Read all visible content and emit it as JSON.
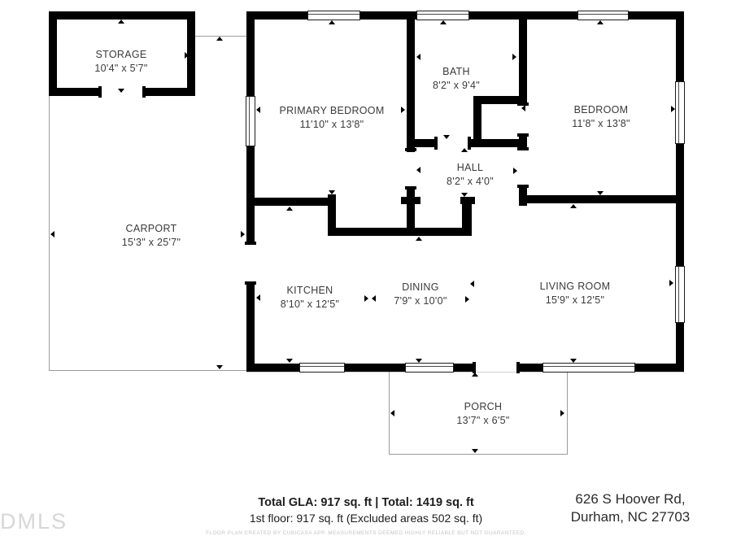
{
  "rooms": [
    {
      "id": "storage",
      "name": "STORAGE",
      "dims": "10'4\" x 5'7\""
    },
    {
      "id": "primary-bedroom",
      "name": "PRIMARY BEDROOM",
      "dims": "11'10\" x 13'8\""
    },
    {
      "id": "bath",
      "name": "BATH",
      "dims": "8'2\" x 9'4\""
    },
    {
      "id": "bedroom",
      "name": "BEDROOM",
      "dims": "11'8\" x 13'8\""
    },
    {
      "id": "hall",
      "name": "HALL",
      "dims": "8'2\" x 4'0\""
    },
    {
      "id": "carport",
      "name": "CARPORT",
      "dims": "15'3\" x 25'7\""
    },
    {
      "id": "kitchen",
      "name": "KITCHEN",
      "dims": "8'10\" x 12'5\""
    },
    {
      "id": "dining",
      "name": "DINING",
      "dims": "7'9\" x 10'0\""
    },
    {
      "id": "living-room",
      "name": "LIVING ROOM",
      "dims": "15'9\" x 12'5\""
    },
    {
      "id": "porch",
      "name": "PORCH",
      "dims": "13'7\" x 6'5\""
    }
  ],
  "summary": {
    "line1": "Total GLA: 917 sq. ft | Total: 1419 sq. ft",
    "line2": "1st floor: 917 sq. ft (Excluded areas 502 sq. ft)"
  },
  "address": {
    "line1": "626 S Hoover Rd,",
    "line2": "Durham, NC 27703"
  },
  "disclaimer": "FLOOR PLAN CREATED BY CUBICASA APP. MEASUREMENTS DEEMED HIGHLY RELIABLE BUT NOT GUARANTEED.",
  "watermark": "DMLS",
  "colors": {
    "wall": "#000000",
    "thin_line": "#9b9b9b",
    "label_text": "#3a3a3a",
    "disclaimer_text": "#c5c5c5",
    "watermark_text": "#d7d7d7"
  }
}
